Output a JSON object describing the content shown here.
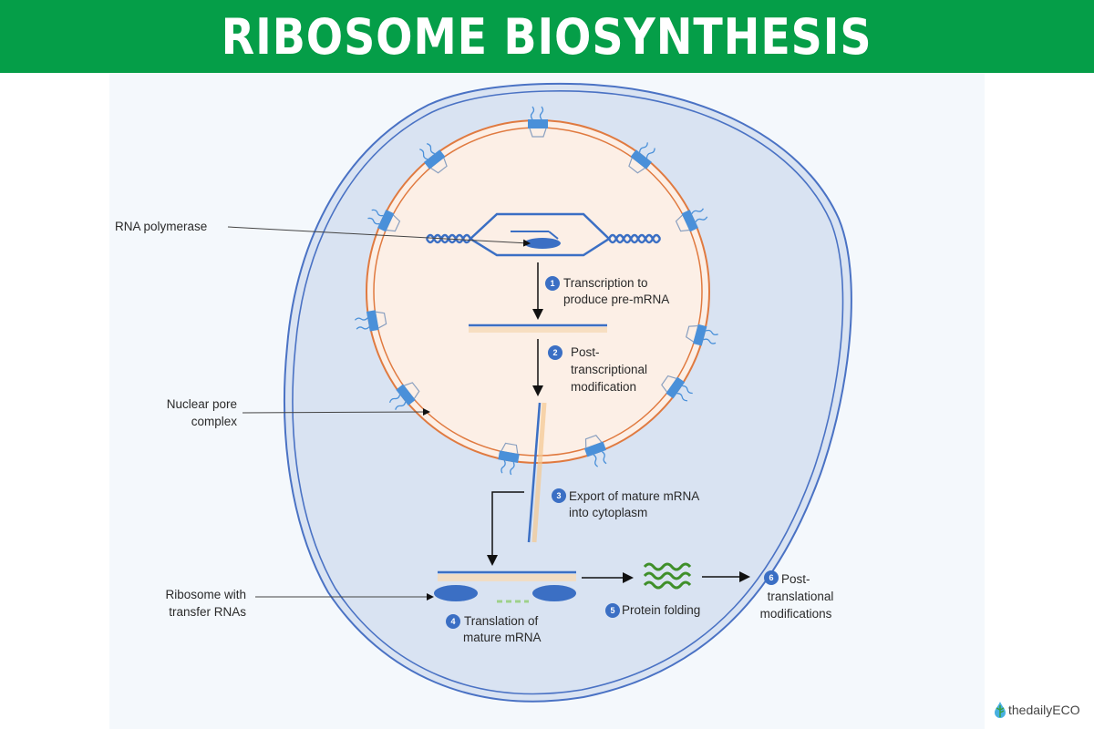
{
  "header": {
    "title": "RIBOSOME BIOSYNTHESIS"
  },
  "colors": {
    "banner": "#059e48",
    "cell_fill": "#d9e3f2",
    "cell_stroke": "#4a72c4",
    "nucleus_fill": "#fcefe6",
    "nucleus_stroke": "#e07a40",
    "badge": "#3b6fc4",
    "protein": "#3f8f2a"
  },
  "callouts": {
    "rna_polymerase": "RNA polymerase",
    "nuclear_pore_line1": "Nuclear pore",
    "nuclear_pore_line2": "complex",
    "ribosome_line1": "Ribosome with",
    "ribosome_line2": "transfer RNAs"
  },
  "steps": [
    {
      "number": "1",
      "line1": "Transcription to",
      "line2": "produce pre-mRNA"
    },
    {
      "number": "2",
      "line1": "Post-",
      "line2": "transcriptional",
      "line3": "modification"
    },
    {
      "number": "3",
      "line1": "Export of mature mRNA",
      "line2": "into cytoplasm"
    },
    {
      "number": "4",
      "line1": "Translation of",
      "line2": "mature mRNA"
    },
    {
      "number": "5",
      "line1": "Protein folding"
    },
    {
      "number": "6",
      "line1": "Post-",
      "line2": "translational",
      "line3": "modifications"
    }
  ],
  "logo": {
    "text": "thedailyECO",
    "icon": "leaf-drop-icon"
  }
}
